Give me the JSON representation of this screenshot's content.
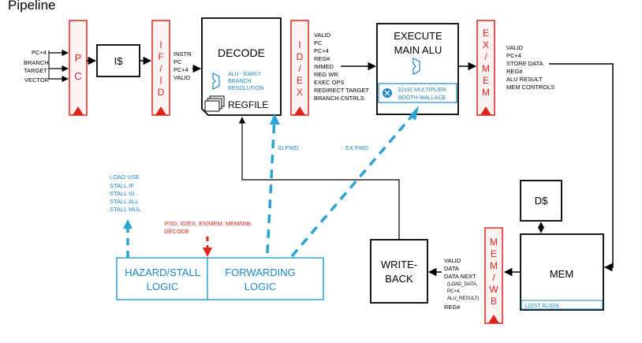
{
  "title": "Pipeline",
  "colors": {
    "stage_register": "#e2231a",
    "stage_fill": "#fff4f4",
    "block_stroke": "#000000",
    "forward_path": "#2aa3d3",
    "accent_text": "#1a86c9",
    "stall_signals": "#e2231a"
  },
  "inputs": {
    "pc4": "PC+4",
    "branch": "BRANCH",
    "target": "TARGET",
    "vector": "VECTOR"
  },
  "stages": {
    "pc": [
      "P",
      "C"
    ],
    "if_id": [
      "I",
      "F",
      "/",
      "I",
      "D"
    ],
    "id_ex": [
      "I",
      "D",
      "/",
      "E",
      "X"
    ],
    "ex_mem": [
      "E",
      "X",
      "/",
      "M",
      "E",
      "M"
    ],
    "mem_wb": [
      "M",
      "E",
      "M",
      "/",
      "W",
      "B"
    ]
  },
  "blocks": {
    "icache": "I$",
    "decode": "DECODE",
    "alu_early": [
      "ALU - EARLY",
      "BRANCH",
      "RESOLUTION"
    ],
    "regfile": "REGFILE",
    "execute": [
      "EXECUTE",
      "MAIN ALU"
    ],
    "multiplier": [
      "32x32 MULTIPLIER",
      "BOOTH-WALLACE"
    ],
    "dcache": "D$",
    "mem": "MEM",
    "ldst_align": "LD/ST ALIGN",
    "writeback": [
      "WRITE-",
      "BACK"
    ],
    "hazard": [
      "HAZARD/STALL",
      "LOGIC"
    ],
    "forwarding": [
      "FORWARDING",
      "LOGIC"
    ]
  },
  "signals": {
    "if_id": [
      "INSTR",
      "PC",
      "PC+4",
      "VALID"
    ],
    "id_ex": [
      "VALID",
      "PC",
      "PC+4",
      "REG#",
      "IMMED",
      "REG WR",
      "EXEC OPS",
      "REDIRECT TARGET",
      "BRANCH CNTRLS"
    ],
    "ex_mem": [
      "VALID",
      "PC+4",
      "STORE DATA",
      "REG#",
      "ALU RESULT",
      "MEM CONTROLS"
    ],
    "mem_wb_main": [
      "VALID",
      "DATA",
      "DATA NEXT"
    ],
    "mem_wb_sub": [
      "(LOAD_DATA,",
      "PC+4,",
      "ALU_RESULT)"
    ],
    "mem_wb_reg": "REG#"
  },
  "labels": {
    "id_fwd": "ID FWD",
    "ex_fwd": "EX FWD",
    "stall_out": [
      "LOAD USE",
      "STALL IF",
      "STALL ID",
      "STALL ALL",
      "STALL MUL"
    ],
    "stall_in": [
      "IF/ID, ID/EX, EX/MEM, MEM/WB,",
      "DECODE"
    ]
  }
}
